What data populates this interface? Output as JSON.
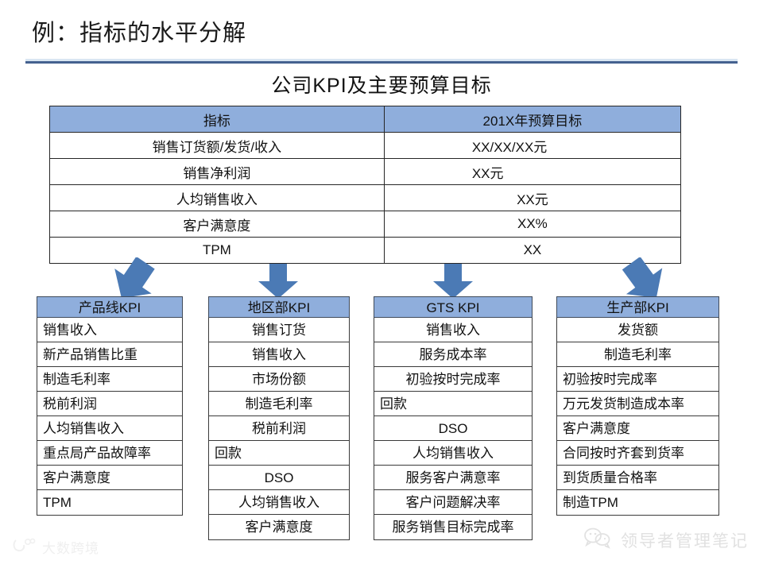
{
  "slide": {
    "title": "例：指标的水平分解",
    "subtitle": "公司KPI及主要预算目标"
  },
  "kpi_table": {
    "headers": [
      "指标",
      "201X年预算目标"
    ],
    "rows": [
      {
        "metric": "销售订货额/发货/收入",
        "target": "XX/XX/XX元"
      },
      {
        "metric": "销售净利润",
        "target": "XX元"
      },
      {
        "metric": "人均销售收入",
        "target": "XX元"
      },
      {
        "metric": "客户满意度",
        "target": "XX%"
      },
      {
        "metric": "TPM",
        "target": "XX"
      }
    ]
  },
  "boxes": [
    {
      "title": "产品线KPI",
      "items": [
        "销售收入",
        "新产品销售比重",
        "制造毛利率",
        "税前利润",
        "人均销售收入",
        "重点局产品故障率",
        "客户满意度",
        "TPM"
      ]
    },
    {
      "title": "地区部KPI",
      "items": [
        "销售订货",
        "销售收入",
        "市场份额",
        "制造毛利率",
        "税前利润",
        "回款",
        "DSO",
        "人均销售收入",
        "客户满意度"
      ]
    },
    {
      "title": "GTS KPI",
      "items": [
        "销售收入",
        "服务成本率",
        "初验按时完成率",
        "回款",
        "DSO",
        "人均销售收入",
        "服务客户满意率",
        "客户问题解决率",
        "服务销售目标完成率"
      ]
    },
    {
      "title": "生产部KPI",
      "items": [
        "发货额",
        "制造毛利率",
        "初验按时完成率",
        "万元发货制造成本率",
        "客户满意度",
        "合同按时齐套到货率",
        "到货质量合格率",
        "制造TPM"
      ]
    }
  ],
  "watermarks": {
    "left": "大数跨境",
    "right": "领导者管理笔记"
  },
  "colors": {
    "header_blue": "#8faedc",
    "arrow_blue": "#4b7ab5",
    "rule_dark": "#44618f",
    "rule_light": "#d9e6f2"
  }
}
